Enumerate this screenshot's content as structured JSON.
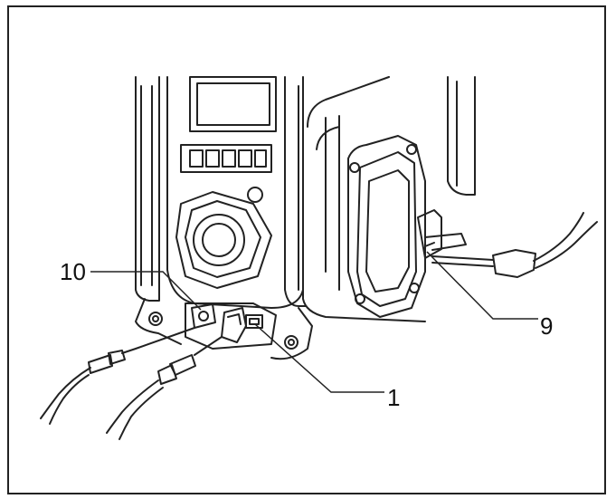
{
  "callouts": {
    "label_10": "10",
    "label_9": "9",
    "label_1": "1"
  },
  "colors": {
    "line": "#222222",
    "background": "#ffffff"
  }
}
